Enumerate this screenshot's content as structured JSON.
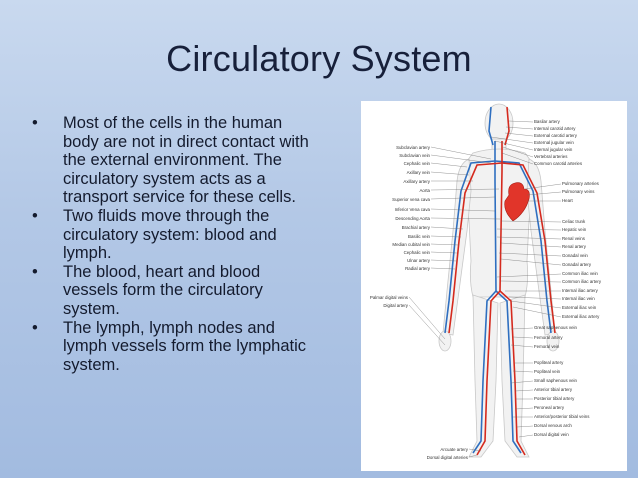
{
  "slide": {
    "title": "Circulatory System",
    "bullets": [
      "Most of the cells in the human body are not in direct contact with the external environment. The circulatory system acts as a transport service for these cells.",
      "Two fluids move through the circulatory system: blood and lymph.",
      "The blood, heart and blood vessels form the circulatory system.",
      "The lymph, lymph nodes and lymph vessels form the lymphatic system."
    ],
    "bullet_glyph": "•"
  },
  "diagram": {
    "colors": {
      "artery": "#d52a1e",
      "vein": "#2f6fc0",
      "heart": "#e1352a",
      "body": "#f2f2f2",
      "outline": "#c8c8c8"
    },
    "labels": {
      "basilar_artery": "Basilar artery",
      "internal_carotid_artery": "Internal carotid artery",
      "external_carotid_artery": "External carotid artery",
      "external_jugular_vein": "External jugular vein",
      "internal_jugular_vein": "Internal jugular vein",
      "vertebral_arteries": "Vertebral arteries",
      "common_carotid_arteries": "Common carotid arteries",
      "pulmonary_arteries": "Pulmonary arteries",
      "pulmonary_veins": "Pulmonary veins",
      "heart": "Heart",
      "celiac_trunk": "Celiac trunk",
      "hepatic_vein": "Hepatic vein",
      "renal_veins": "Renal veins",
      "renal_artery": "Renal artery",
      "gonadal_vein": "Gonadal vein",
      "gonadal_artery": "Gonadal artery",
      "common_iliac_vein": "Common iliac vein",
      "common_iliac_artery": "Common iliac artery",
      "internal_iliac_artery": "Internal iliac artery",
      "internal_iliac_vein": "Internal iliac vein",
      "external_iliac_vein": "External iliac vein",
      "external_iliac_artery": "External iliac artery",
      "great_saphenous_vein": "Great saphenous vein",
      "femoral_artery": "Femoral artery",
      "femoral_vein": "Femoral vein",
      "popliteal_artery": "Popliteal artery",
      "popliteal_vein": "Popliteal vein",
      "small_saphenous_vein": "Small saphenous vein",
      "anterior_tibial_artery": "Anterior tibial artery",
      "posterior_tibial_artery": "Posterior tibial artery",
      "peroneal_artery": "Peroneal artery",
      "anterior_posterior_tibial_veins": "Anterior/posterior tibial veins",
      "dorsal_venous_arch": "Dorsal venous arch",
      "dorsal_digital_vein": "Dorsal digital vein",
      "subclavian_artery": "Subclavian artery",
      "subclavian_vein": "Subclavian vein",
      "cephalic_vein": "Cephalic vein",
      "axillary_vein": "Axillary vein",
      "axillary_artery": "Axillary artery",
      "aorta": "Aorta",
      "superior_vena_cava": "Superior vena cava",
      "inferior_vena_cava": "Inferior Vena cava",
      "descending_aorta": "Descending Aorta",
      "brachial_artery": "Brachial artery",
      "basilic_vein": "Basilic vein",
      "median_cubital_vein": "Median cubital vein",
      "cephalic_vein_2": "Cephalic vein",
      "ulnar_artery": "Ulnar artery",
      "radial_artery": "Radial artery",
      "palmar_digital_veins": "Palmar digital veins",
      "digital_artery": "Digital artery",
      "arcuate_artery": "Arcuate artery",
      "dorsal_digital_arteries": "Dorsal digital arteries"
    }
  }
}
